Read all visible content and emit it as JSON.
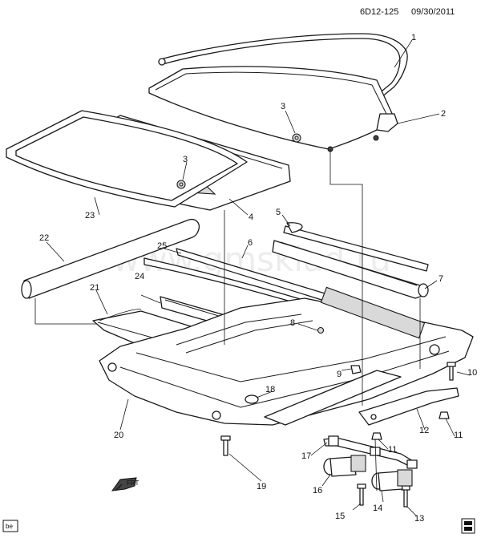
{
  "header": {
    "ref_code": "6D12-125",
    "date": "09/30/2011"
  },
  "watermark": "www.gmsklad.ru",
  "corner_badge": "be",
  "front_indicator": "FRT",
  "callouts": [
    "1",
    "2",
    "3",
    "3",
    "4",
    "5",
    "6",
    "7",
    "8",
    "9",
    "10",
    "11",
    "11",
    "12",
    "13",
    "14",
    "15",
    "16",
    "17",
    "18",
    "19",
    "20",
    "21",
    "22",
    "23",
    "24",
    "25"
  ]
}
